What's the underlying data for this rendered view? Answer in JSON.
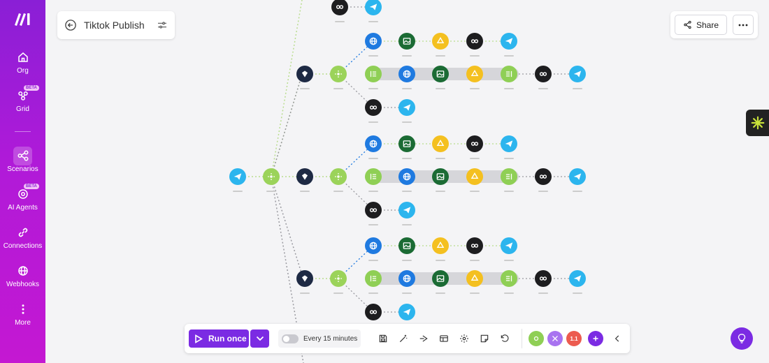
{
  "sidebar": {
    "items": [
      {
        "label": "Org",
        "icon": "home-icon"
      },
      {
        "label": "Grid",
        "icon": "grid-icon",
        "badge": "BETA"
      },
      {
        "label": "Scenarios",
        "icon": "scenarios-icon",
        "active": true
      },
      {
        "label": "AI Agents",
        "icon": "ai-agents-icon",
        "badge": "BETA"
      },
      {
        "label": "Connections",
        "icon": "link-icon"
      },
      {
        "label": "Webhooks",
        "icon": "globe-icon"
      },
      {
        "label": "More",
        "icon": "more-vertical-icon"
      }
    ]
  },
  "header": {
    "title": "Tiktok Publish",
    "share_label": "Share"
  },
  "toolbar": {
    "run_label": "Run once",
    "schedule_label": "Every 15 minutes",
    "version_badge": "1.1"
  },
  "colors": {
    "sidebar_top": "#8a1fd6",
    "sidebar_bottom": "#c418d2",
    "accent_purple": "#7b2be3",
    "module_blue": "#1f7ae0",
    "module_green_dark": "#1b6b34",
    "module_yellow": "#f4c020",
    "module_black": "#1d1d1f",
    "module_cyan": "#2cb5ee",
    "module_lime": "#8fcf55",
    "router_green": "#9bd35a",
    "module_navy": "#1e2a44"
  }
}
